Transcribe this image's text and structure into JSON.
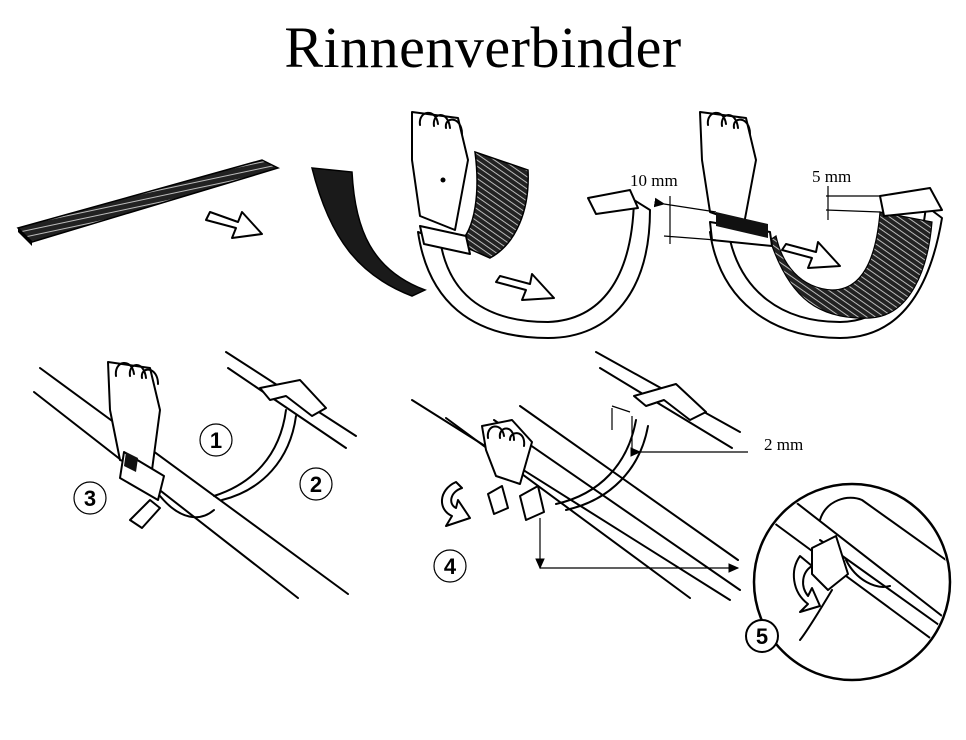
{
  "title": "Rinnenverbinder",
  "measurements": {
    "gap_top": "10 mm",
    "gap_top_right": "5 mm",
    "gap_bottom": "2 mm"
  },
  "steps": [
    "1",
    "2",
    "3",
    "4",
    "5"
  ]
}
